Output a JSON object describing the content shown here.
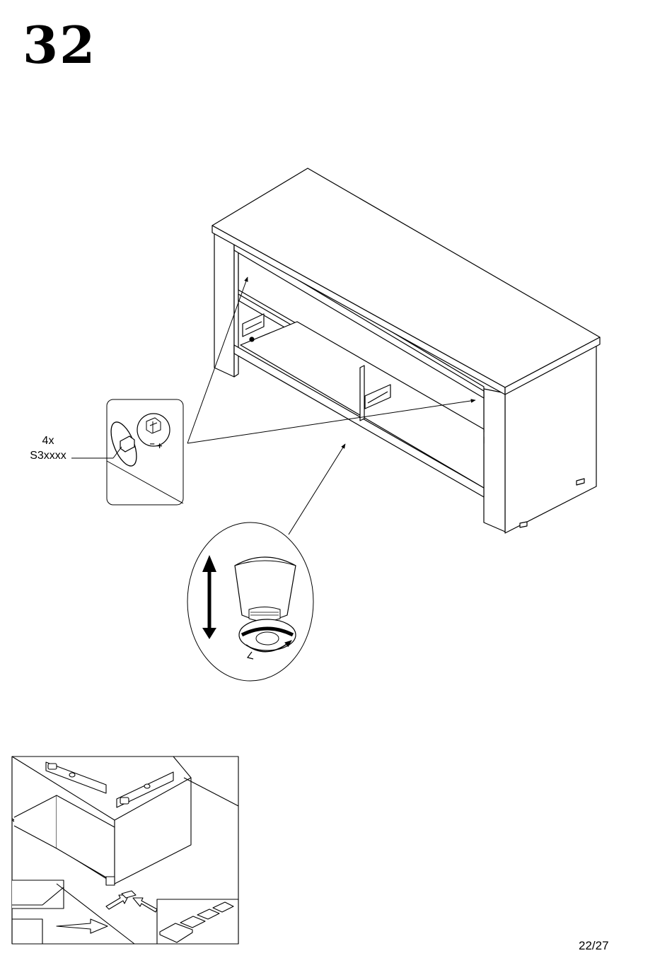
{
  "step": {
    "number": "32"
  },
  "hardware": {
    "quantity": "4x",
    "part_code": "S3xxxx"
  },
  "page": {
    "indicator": "22/27"
  }
}
